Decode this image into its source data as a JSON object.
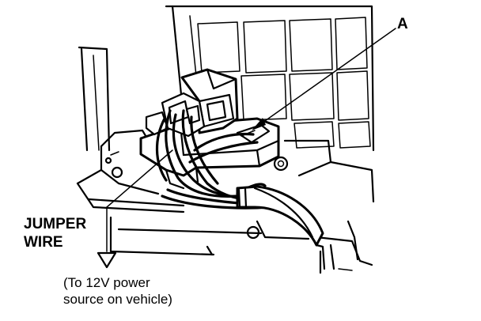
{
  "labels": {
    "callout_a": "A",
    "jumper_line1": "JUMPER",
    "jumper_line2": "WIRE",
    "note_line1": "(To 12V power",
    "note_line2": "source on vehicle)"
  }
}
